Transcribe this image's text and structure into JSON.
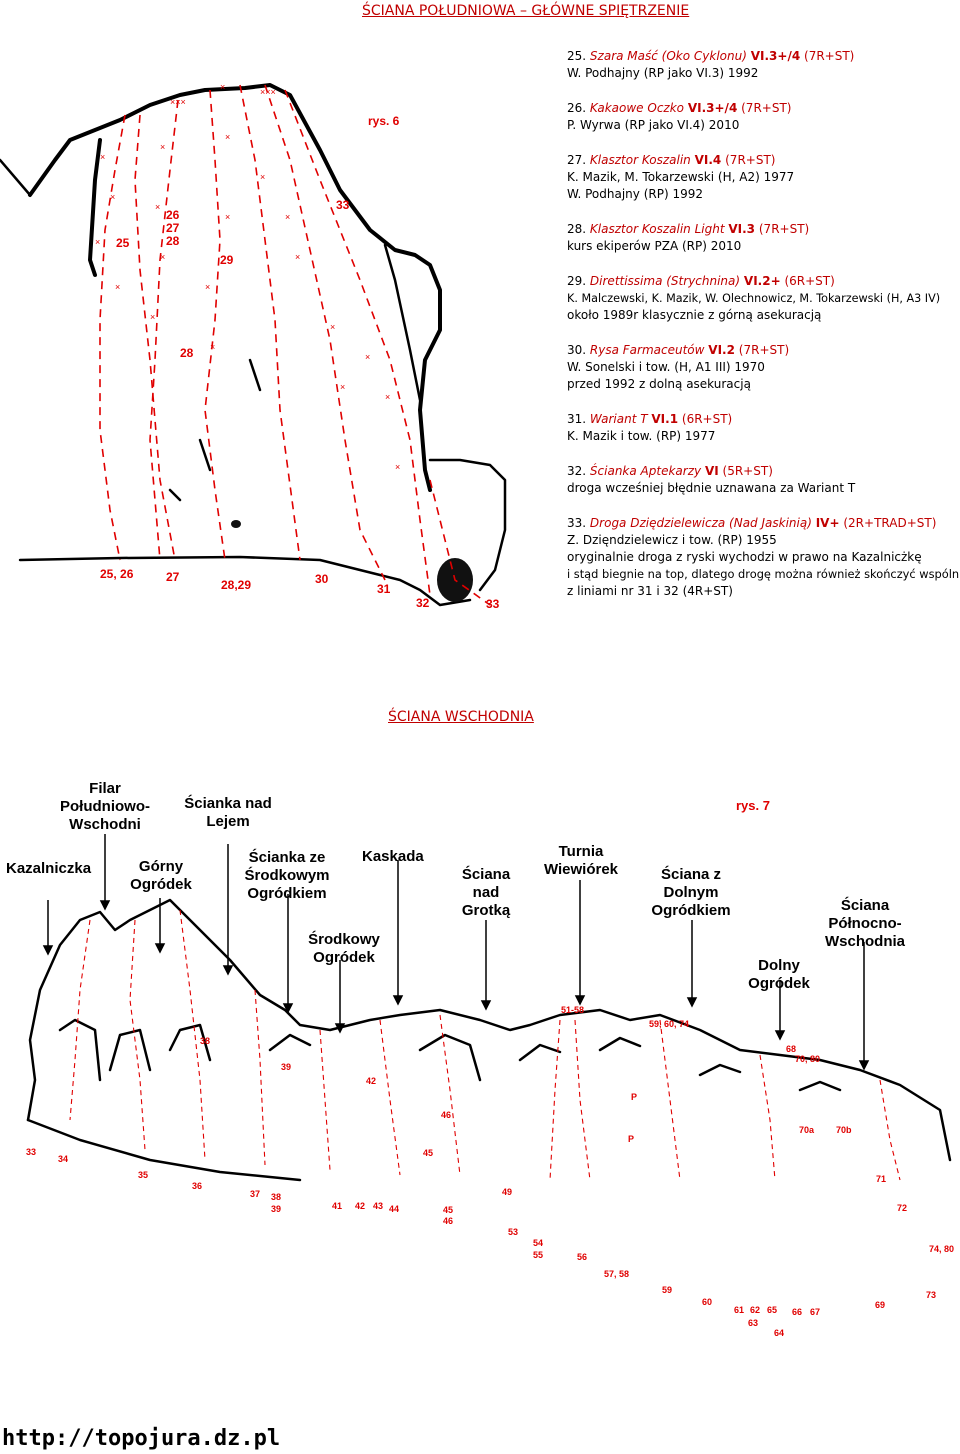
{
  "south_wall": {
    "title": "ŚCIANA POŁUDNIOWA – GŁÓWNE SPIĘTRZENIE",
    "figure_label": "rys. 6",
    "diagram_labels": {
      "top": [
        "25",
        "26",
        "27",
        "28",
        "29",
        "33",
        "28"
      ],
      "bottom": [
        "25, 26",
        "27",
        "28,29",
        "30",
        "31",
        "32",
        "33"
      ]
    },
    "routes": [
      {
        "num": "25.",
        "name": "Szara Maść (Oko Cyklonu)",
        "grade": "VI.3+/4",
        "extra": "(7R+ST)",
        "lines": [
          "W. Podhajny (RP jako VI.3) 1992"
        ]
      },
      {
        "num": "26.",
        "name": "Kakaowe Oczko",
        "grade": "VI.3+/4",
        "extra": "(7R+ST)",
        "lines": [
          "P. Wyrwa (RP jako VI.4) 2010"
        ]
      },
      {
        "num": "27.",
        "name": "Klasztor Koszalin",
        "grade": "VI.4",
        "extra": "(7R+ST)",
        "lines": [
          "K. Mazik, M. Tokarzewski (H, A2) 1977",
          "W. Podhajny (RP) 1992"
        ]
      },
      {
        "num": "28.",
        "name": "Klasztor Koszalin Light",
        "grade": "VI.3",
        "extra": "(7R+ST)",
        "lines": [
          "kurs ekiperów PZA (RP) 2010"
        ]
      },
      {
        "num": "29.",
        "name": "Direttissima (Strychnina)",
        "grade": "VI.2+",
        "extra": "(6R+ST)",
        "lines": [
          "K. Malczewski, K. Mazik, W. Olechnowicz, M. Tokarzewski (H, A3 IV)",
          "około 1989r klasycznie z górną asekuracją"
        ]
      },
      {
        "num": "30.",
        "name": "Rysa Farmaceutów",
        "grade": "VI.2",
        "extra": "(7R+ST)",
        "lines": [
          "W. Sonelski i tow. (H, A1 III) 1970",
          "przed 1992 z dolną asekuracją"
        ]
      },
      {
        "num": "31.",
        "name": "Wariant T",
        "grade": "VI.1",
        "extra": "(6R+ST)",
        "lines": [
          "K. Mazik i tow. (RP) 1977"
        ]
      },
      {
        "num": "32.",
        "name": "Ścianka Aptekarzy",
        "grade": "VI",
        "extra": "(5R+ST)",
        "lines": [
          "droga wcześniej błędnie uznawana za Wariant T"
        ]
      },
      {
        "num": "33.",
        "name": "Droga Dziędzielewicza (Nad Jaskinią)",
        "grade": "IV+",
        "extra": "(2R+TRAD+ST)",
        "lines": [
          "Z. Dzięndzielewicz i tow. (RP) 1955",
          "oryginalnie droga z ryski wychodzi w prawo na Kazalnicżkę",
          "i stąd biegnie na top, dlatego drogę można również skończyć wspólnie",
          "z liniami nr 31 i 32 (4R+ST)"
        ]
      }
    ]
  },
  "east_wall": {
    "title": "ŚCIANA WSCHODNIA",
    "figure_label": "rys. 7",
    "areas": [
      "Filar Południowo-Wschodni",
      "Ścianka nad Lejem",
      "Kazalniczka",
      "Górny Ogródek",
      "Ścianka ze Środkowym Ogródkiem",
      "Kaskada",
      "Środkowy Ogródek",
      "Ściana nad Grotką",
      "Turnia Wiewiórek",
      "Ściana z Dolnym Ogródkiem",
      "Dolny Ogródek",
      "Ściana Północno-Wschodnia"
    ],
    "route_numbers": {
      "on_wall": [
        "38",
        "39",
        "42",
        "46",
        "45",
        "49",
        "51-58",
        "59, 60, 74",
        "P",
        "P",
        "68",
        "70, 80",
        "70a",
        "70b",
        "71",
        "72",
        "74, 80"
      ],
      "bottom": [
        "33",
        "34",
        "35",
        "36",
        "37",
        "38",
        "39",
        "41",
        "42",
        "43",
        "44",
        "45",
        "46",
        "53",
        "54",
        "55",
        "56",
        "57, 58",
        "59",
        "60",
        "61",
        "62",
        "65",
        "63",
        "64",
        "66",
        "67",
        "69",
        "73"
      ]
    }
  },
  "footer": {
    "url": "http://topojura.dz.pl"
  }
}
